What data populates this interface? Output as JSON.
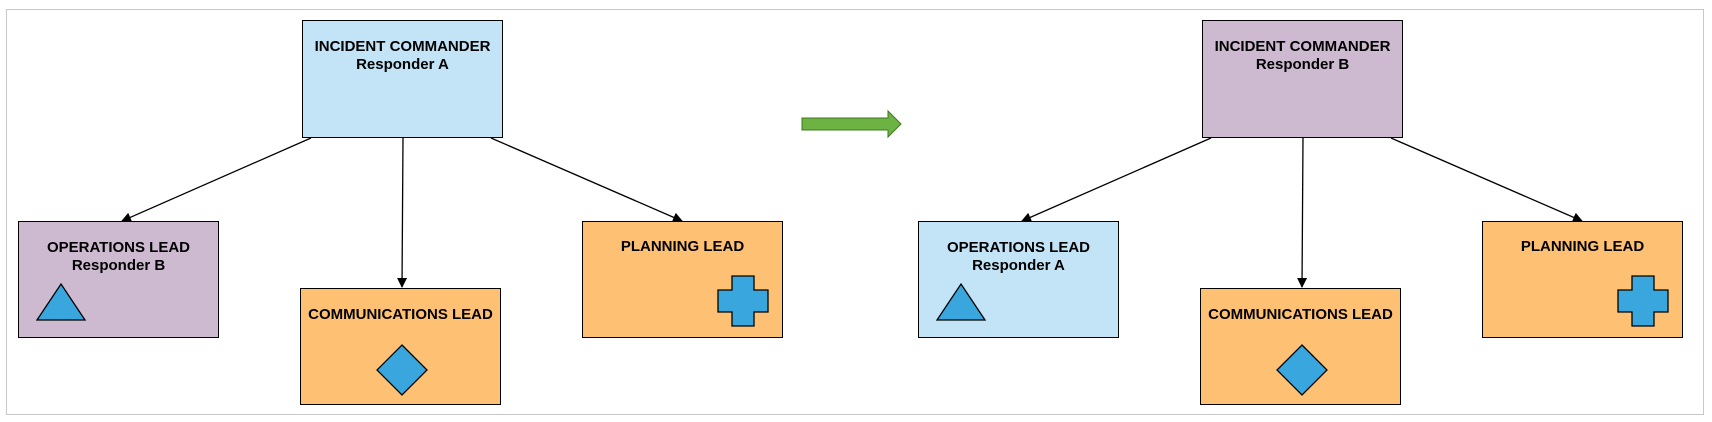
{
  "colors": {
    "blue_box": "#c2e4f6",
    "mauve_box": "#cdbad0",
    "orange_box": "#fec173",
    "shape_fill": "#3aa6de",
    "arrow_green": "#6db343"
  },
  "before": {
    "commander": {
      "role": "INCIDENT COMMANDER",
      "person": "Responder A"
    },
    "operations": {
      "role": "OPERATIONS LEAD",
      "person": "Responder B",
      "icon": "triangle-icon"
    },
    "communications": {
      "role": "COMMUNICATIONS LEAD",
      "icon": "diamond-icon"
    },
    "planning": {
      "role": "PLANNING LEAD",
      "icon": "cross-icon"
    }
  },
  "transition": {
    "icon": "right-arrow-icon"
  },
  "after": {
    "commander": {
      "role": "INCIDENT COMMANDER",
      "person": "Responder B"
    },
    "operations": {
      "role": "OPERATIONS LEAD",
      "person": "Responder A",
      "icon": "triangle-icon"
    },
    "communications": {
      "role": "COMMUNICATIONS LEAD",
      "icon": "diamond-icon"
    },
    "planning": {
      "role": "PLANNING LEAD",
      "icon": "cross-icon"
    }
  }
}
